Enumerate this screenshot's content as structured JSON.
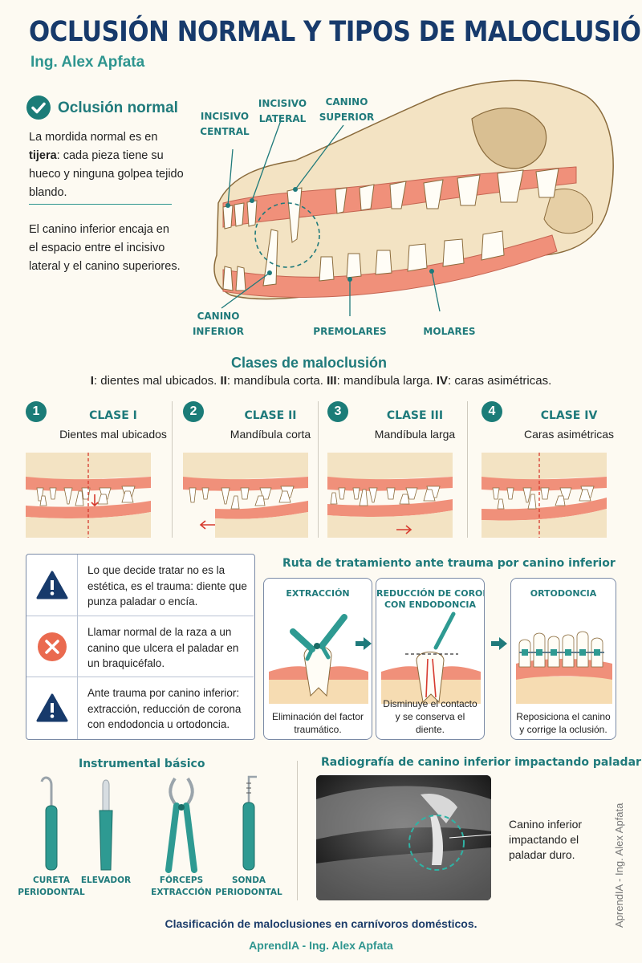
{
  "header": {
    "title": "OCLUSIÓN NORMAL Y TIPOS DE MALOCLUSIÓN",
    "author": "Ing. Alex Apfata"
  },
  "normal_occlusion": {
    "heading": "Oclusión normal",
    "p1_before": "La mordida normal es en ",
    "p1_bold": "tijera",
    "p1_after": ": cada pieza tiene su hueco y ninguna golpea tejido blando.",
    "p2": "El canino inferior encaja en el espacio entre el incisivo lateral y el canino superiores."
  },
  "tooth_labels": {
    "central": "INCISIVO\nCENTRAL",
    "lateral": "INCISIVO\nLATERAL",
    "upper_canine": "CANINO\nSUPERIOR",
    "lower_canine": "CANINO\nINFERIOR",
    "premolars": "PREMOLARES",
    "molars": "MOLARES"
  },
  "classes": {
    "title": "Clases de maloclusión",
    "summary": [
      {
        "bold": "I",
        "text": ": dientes mal ubicados. "
      },
      {
        "bold": "II",
        "text": ": mandíbula corta. "
      },
      {
        "bold": "III",
        "text": ": mandíbula larga. "
      },
      {
        "bold": "IV",
        "text": ": caras asimétricas."
      }
    ],
    "items": [
      {
        "num": "1",
        "name": "CLASE I",
        "desc": "Dientes mal ubicados"
      },
      {
        "num": "2",
        "name": "CLASE II",
        "desc": "Mandíbula corta"
      },
      {
        "num": "3",
        "name": "CLASE III",
        "desc": "Mandíbula larga"
      },
      {
        "num": "4",
        "name": "CLASE IV",
        "desc": "Caras asimétricas"
      }
    ]
  },
  "warnings": [
    {
      "icon": "warning-icon",
      "text": "Lo que decide tratar no es la estética, es el trauma: diente que punza paladar o encía."
    },
    {
      "icon": "cross-icon",
      "text": "Llamar normal de la raza a un canino que ulcera el paladar en un braquicéfalo."
    },
    {
      "icon": "warning-icon",
      "text": "Ante trauma por canino inferior: extracción, reducción de corona con endodoncia u ortodoncia."
    }
  ],
  "route": {
    "title": "Ruta de tratamiento ante trauma por canino inferior",
    "steps": [
      {
        "title": "EXTRACCIÓN",
        "text": "Eliminación del factor traumático."
      },
      {
        "title": "REDUCCIÓN DE CORONA\nCON ENDODONCIA",
        "text": "Disminuye el contacto y se conserva el diente."
      },
      {
        "title": "ORTODONCIA",
        "text": "Reposiciona el canino y corrige la oclusión."
      }
    ]
  },
  "instruments": {
    "title": "Instrumental básico",
    "items": [
      {
        "label": "CURETA\nPERIODONTAL"
      },
      {
        "label": "ELEVADOR"
      },
      {
        "label": "FÓRCEPS\nEXTRACCIÓN"
      },
      {
        "label": "SONDA\nPERIODONTAL"
      }
    ]
  },
  "xray": {
    "title": "Radiografía de canino inferior impactando paladar",
    "note": "Canino inferior\nimpactando el\npaladar duro."
  },
  "footer": {
    "caption": "Clasificación de maloclusiones en carnívoros domésticos.",
    "credit": "AprendIA - Ing. Alex Apfata",
    "watermark": "AprendIA - Ing. Alex Apfata"
  },
  "colors": {
    "accent": "#1f7a7b",
    "title": "#173a6b",
    "gum": "#f0907a",
    "bone": "#f3e3c3"
  }
}
